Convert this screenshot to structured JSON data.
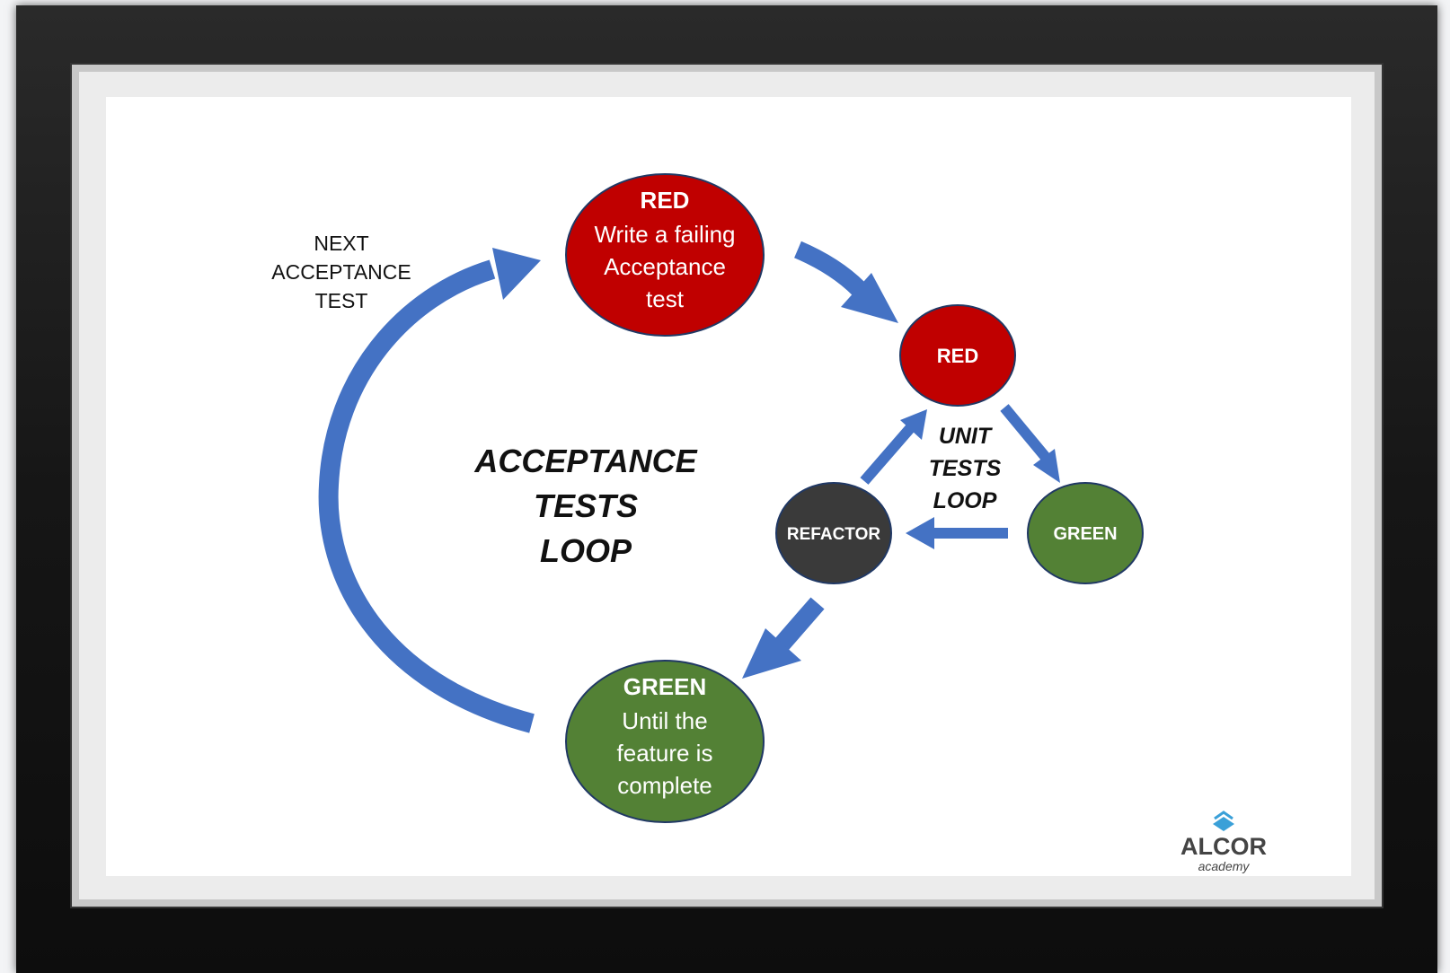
{
  "diagram": {
    "next_label": [
      "NEXT",
      "ACCEPTANCE",
      "TEST"
    ],
    "outer_loop_label": [
      "ACCEPTANCE",
      "TESTS",
      "LOOP"
    ],
    "inner_loop_label": [
      "UNIT",
      "TESTS",
      "LOOP"
    ],
    "outer_red": {
      "title": "RED",
      "lines": [
        "Write a failing",
        "Acceptance",
        "test"
      ],
      "color": "#c00000"
    },
    "outer_green": {
      "title": "GREEN",
      "lines": [
        "Until the",
        "feature is",
        "complete"
      ],
      "color": "#538135"
    },
    "inner_red": {
      "title": "RED",
      "color": "#c00000"
    },
    "inner_green": {
      "title": "GREEN",
      "color": "#538135"
    },
    "inner_refactor": {
      "title": "REFACTOR",
      "color": "#3a3a3a"
    },
    "arrow_color": "#4472c4"
  },
  "logo": {
    "name": "ALCOR",
    "tagline": "academy",
    "accent": "#3aa0d8"
  }
}
